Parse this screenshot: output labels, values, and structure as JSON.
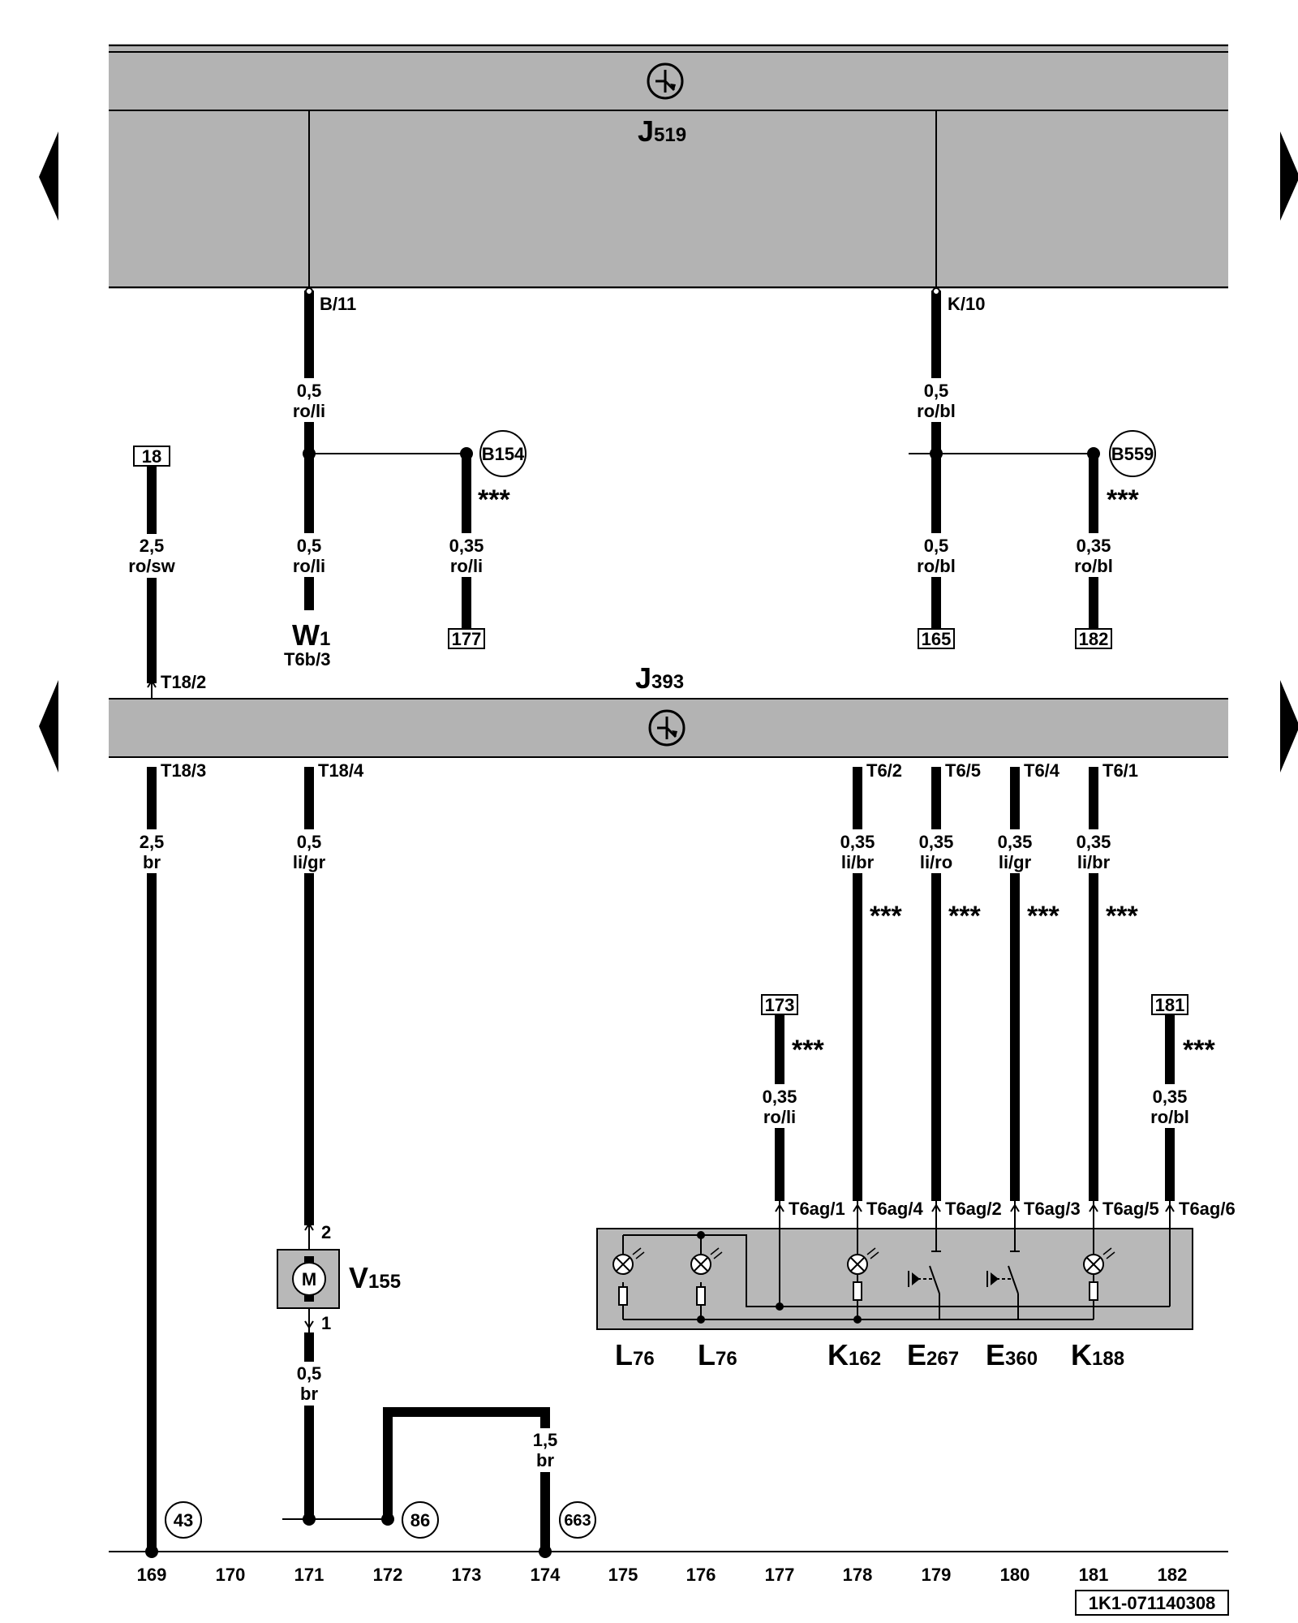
{
  "units": {
    "J519": {
      "letter": "J",
      "number": "519"
    },
    "J393": {
      "letter": "J",
      "number": "393"
    }
  },
  "connectors": {
    "b11": "B/11",
    "k10": "K/10",
    "t18_2": "T18/2",
    "t18_3": "T18/3",
    "t18_4": "T18/4",
    "t6_2": "T6/2",
    "t6_5": "T6/5",
    "t6_4": "T6/4",
    "t6_1": "T6/1",
    "t6ag_1": "T6ag/1",
    "t6ag_4": "T6ag/4",
    "t6ag_2": "T6ag/2",
    "t6ag_3": "T6ag/3",
    "t6ag_5": "T6ag/5",
    "t6ag_6": "T6ag/6",
    "v155_pin2": "2",
    "v155_pin1": "1",
    "w1_sub": "T6b/3"
  },
  "wires": {
    "w_b11_top": {
      "size": "0,5",
      "color": "ro/li"
    },
    "w_k10_top": {
      "size": "0,5",
      "color": "ro/bl"
    },
    "w_18": {
      "size": "2,5",
      "color": "ro/sw"
    },
    "w_w1": {
      "size": "0,5",
      "color": "ro/li"
    },
    "w_177": {
      "size": "0,35",
      "color": "ro/li"
    },
    "w_165": {
      "size": "0,5",
      "color": "ro/bl"
    },
    "w_182": {
      "size": "0,35",
      "color": "ro/bl"
    },
    "w_t18_3": {
      "size": "2,5",
      "color": "br"
    },
    "w_t18_4": {
      "size": "0,5",
      "color": "li/gr"
    },
    "w_t6_2": {
      "size": "0,35",
      "color": "li/br"
    },
    "w_t6_5": {
      "size": "0,35",
      "color": "li/ro"
    },
    "w_t6_4": {
      "size": "0,35",
      "color": "li/gr"
    },
    "w_t6_1": {
      "size": "0,35",
      "color": "li/br"
    },
    "w_173": {
      "size": "0,35",
      "color": "ro/li"
    },
    "w_181": {
      "size": "0,35",
      "color": "ro/bl"
    },
    "w_v155_1": {
      "size": "0,5",
      "color": "br"
    },
    "w_174": {
      "size": "1,5",
      "color": "br"
    }
  },
  "refs": {
    "r18": "18",
    "r177": "177",
    "r165": "165",
    "r182": "182",
    "r173": "173",
    "r181": "181"
  },
  "grounds": {
    "b154": "B154",
    "b559": "B559",
    "g43": "43",
    "g86": "86",
    "g663": "663"
  },
  "stars": "***",
  "components": {
    "W1": {
      "letter": "W",
      "number": "1"
    },
    "V155": {
      "letter": "V",
      "number": "155"
    },
    "motor_symbol": "M",
    "L76a": {
      "letter": "L",
      "number": "76"
    },
    "L76b": {
      "letter": "L",
      "number": "76"
    },
    "K162": {
      "letter": "K",
      "number": "162"
    },
    "E267": {
      "letter": "E",
      "number": "267"
    },
    "E360": {
      "letter": "E",
      "number": "360"
    },
    "K188": {
      "letter": "K",
      "number": "188"
    }
  },
  "track_numbers": [
    "169",
    "170",
    "171",
    "172",
    "173",
    "174",
    "175",
    "176",
    "177",
    "178",
    "179",
    "180",
    "181",
    "182"
  ],
  "diagram_code": "1K1-071140308",
  "icons": {
    "unit_symbol": "control-unit-icon",
    "nav_arrow_left": "triangle-left-icon",
    "nav_arrow_right": "triangle-right-icon",
    "bulb": "bulb-icon",
    "switch": "switch-icon",
    "motor": "motor-icon"
  },
  "colors": {
    "unit_fill": "#b3b3b3",
    "panel_fill": "#b8b8b8",
    "line": "#000000",
    "background": "#ffffff"
  }
}
